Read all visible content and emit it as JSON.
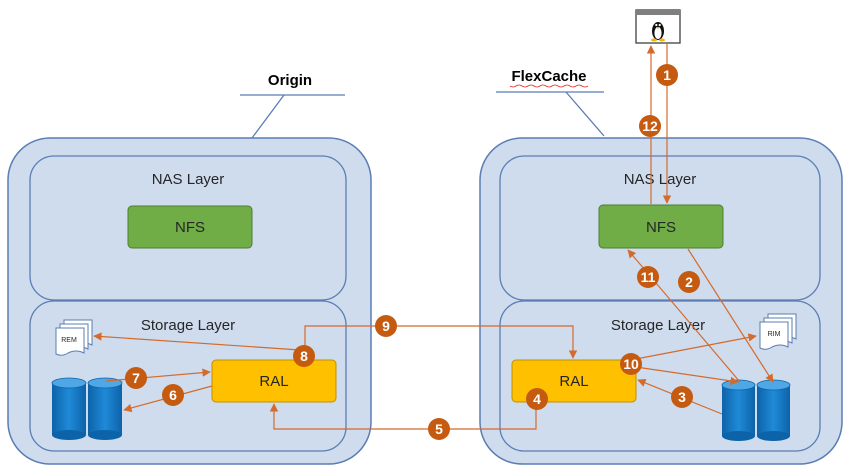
{
  "origin": {
    "title": "Origin",
    "nas_layer": "NAS Layer",
    "nfs": "NFS",
    "storage_layer": "Storage Layer",
    "ral": "RAL",
    "rem": "REM"
  },
  "flexcache": {
    "title": "FlexCache",
    "nas_layer": "NAS Layer",
    "nfs": "NFS",
    "storage_layer": "Storage Layer",
    "ral": "RAL",
    "rim": "RIM"
  },
  "client": {
    "icon": "linux-penguin-icon"
  },
  "steps": [
    "1",
    "2",
    "3",
    "4",
    "5",
    "6",
    "7",
    "8",
    "9",
    "10",
    "11",
    "12"
  ],
  "colors": {
    "container_fill": "#cfdcee",
    "container_stroke": "#5b7db3",
    "nfs_fill": "#70ad47",
    "ral_fill": "#ffc000",
    "badge_fill": "#c55a11",
    "arrow": "#d46a2b",
    "disk_fill": "#1f8ad8"
  }
}
